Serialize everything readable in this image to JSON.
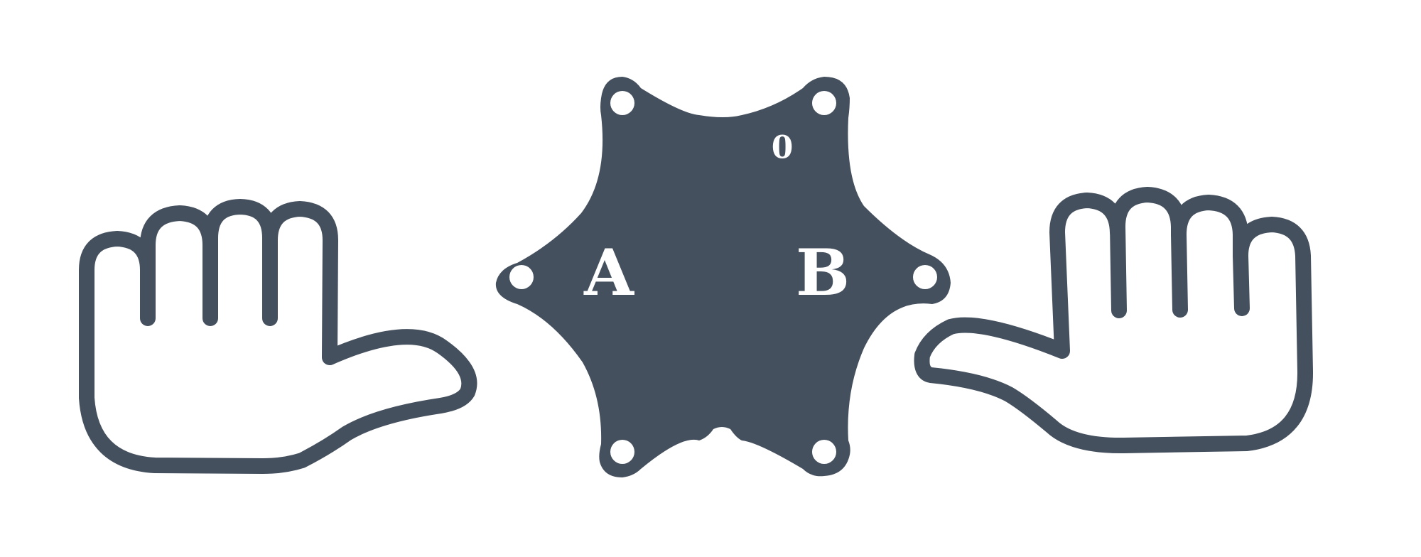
{
  "colors": {
    "ink": "#45505e",
    "background": "#ffffff",
    "label": "#ffffff"
  },
  "board": {
    "label_a": "A",
    "label_b": "B",
    "label_top": "0"
  },
  "icons": {
    "left_hand": "left-hand-outline-icon",
    "right_hand": "right-hand-outline-icon",
    "board": "star-board-icon"
  }
}
